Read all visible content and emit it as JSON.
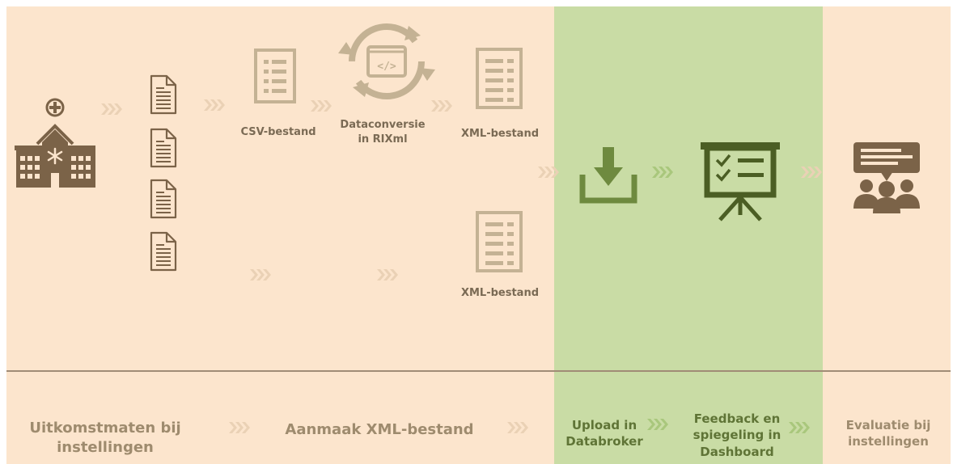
{
  "diagram": {
    "labels": {
      "csv_file": "CSV-bestand",
      "data_conversion": [
        "Dataconversie",
        "in RIXml"
      ],
      "xml_file_top": "XML-bestand",
      "xml_file_bottom": "XML-bestand"
    },
    "stages": {
      "outcomes_institutions": [
        "Uitkomstmaten bij",
        "instellingen"
      ],
      "create_xml": "Aanmaak XML-bestand",
      "upload_databroker": [
        "Upload in",
        "Databroker"
      ],
      "feedback_dashboard": [
        "Feedback en",
        "spiegeling in",
        "Dashboard"
      ],
      "evaluation": [
        "Evaluatie bij",
        "instellingen"
      ]
    },
    "icons": [
      "hospital-icon",
      "document-icon",
      "list-document-icon",
      "sync-code-icon",
      "download-icon",
      "presentation-board-icon",
      "group-discussion-icon",
      "chevrons-icon"
    ],
    "colors": {
      "background": "#fce5cd",
      "highlight_band": "#c9dca5",
      "icon_tan": "#c4b294",
      "icon_brown": "#7b6348",
      "icon_green": "#6e8a3f",
      "icon_dark_green": "#4b5e24",
      "chevron": "#ead1b5",
      "chevron_green": "#a9c77c",
      "label_brown": "#7a6a54",
      "stage_label": "#9e8b6e",
      "stage_label_green": "#5f7436"
    }
  }
}
